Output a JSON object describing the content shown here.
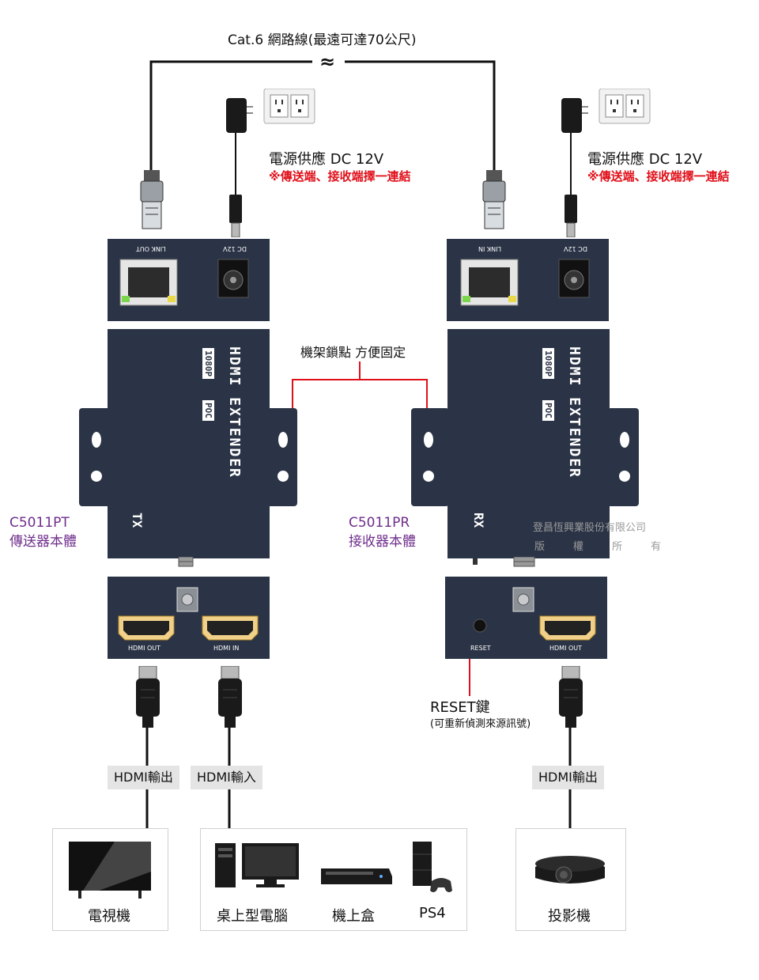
{
  "cable_label": "Cat.6 網路線(最遠可達70公尺)",
  "break_mark": "≈",
  "power_left": {
    "title": "電源供應 DC 12V",
    "note": "※傳送端、接收端擇一連結"
  },
  "power_right": {
    "title": "電源供應 DC 12V",
    "note": "※傳送端、接收端擇一連結"
  },
  "tx_top": {
    "port_rj45": "LINK OUT",
    "port_dc": "DC 12V"
  },
  "rx_top": {
    "port_rj45": "LINK IN",
    "port_dc": "DC 12V"
  },
  "tx_body": {
    "title": "HDMI EXTENDER",
    "badge1": "1080P",
    "badge2": "POC",
    "side": "TX"
  },
  "rx_body": {
    "title": "HDMI EXTENDER",
    "badge1": "1080P",
    "badge2": "POC",
    "side": "RX"
  },
  "rack_label": "機架鎖點 方便固定",
  "tx_model": {
    "model": "C5011PT",
    "name": "傳送器本體"
  },
  "rx_model": {
    "model": "C5011PR",
    "name": "接收器本體"
  },
  "copyright": {
    "line1": "登昌恆興業股份有限公司",
    "line2": [
      "版",
      "權",
      "所",
      "有"
    ]
  },
  "tx_bottom": {
    "port1": "HDMI OUT",
    "port2": "HDMI IN"
  },
  "rx_bottom": {
    "port_reset": "RESET",
    "port_hdmi": "HDMI OUT"
  },
  "reset_label": {
    "title": "RESET鍵",
    "desc": "(可重新偵測來源訊號)"
  },
  "tags": {
    "tx_out": "HDMI輸出",
    "tx_in": "HDMI輸入",
    "rx_out": "HDMI輸出"
  },
  "devices": {
    "tv": "電視機",
    "pc": "桌上型電腦",
    "stb": "機上盒",
    "ps4": "PS4",
    "projector": "投影機"
  },
  "colors": {
    "device_body": "#2b3446",
    "accent_red": "#e0101a",
    "model_purple": "#6f2e8c"
  }
}
